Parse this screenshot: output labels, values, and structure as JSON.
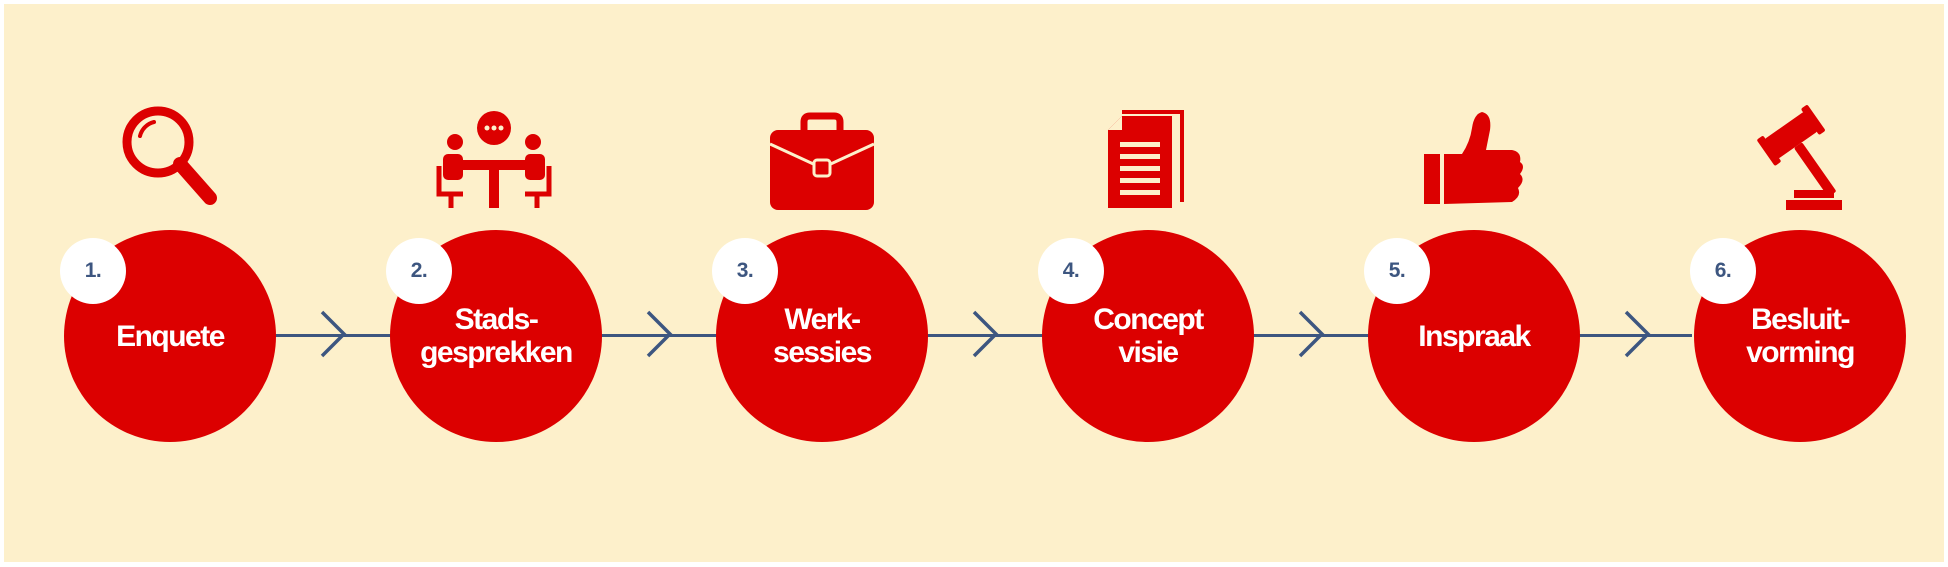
{
  "colors": {
    "background": "#fdf0cb",
    "circle": "#dc0000",
    "icon": "#dc0000",
    "connector": "#3d5680",
    "badge_text": "#3d5680"
  },
  "steps": [
    {
      "number": "1.",
      "label": "Enquete",
      "icon": "magnifier-icon"
    },
    {
      "number": "2.",
      "label": "Stads-\ngesprekken",
      "icon": "meeting-table-icon"
    },
    {
      "number": "3.",
      "label": "Werk-\nsessies",
      "icon": "briefcase-icon"
    },
    {
      "number": "4.",
      "label": "Concept\nvisie",
      "icon": "document-icon"
    },
    {
      "number": "5.",
      "label": "Inspraak",
      "icon": "thumbs-up-icon"
    },
    {
      "number": "6.",
      "label": "Besluit-\nvorming",
      "icon": "gavel-icon"
    }
  ]
}
